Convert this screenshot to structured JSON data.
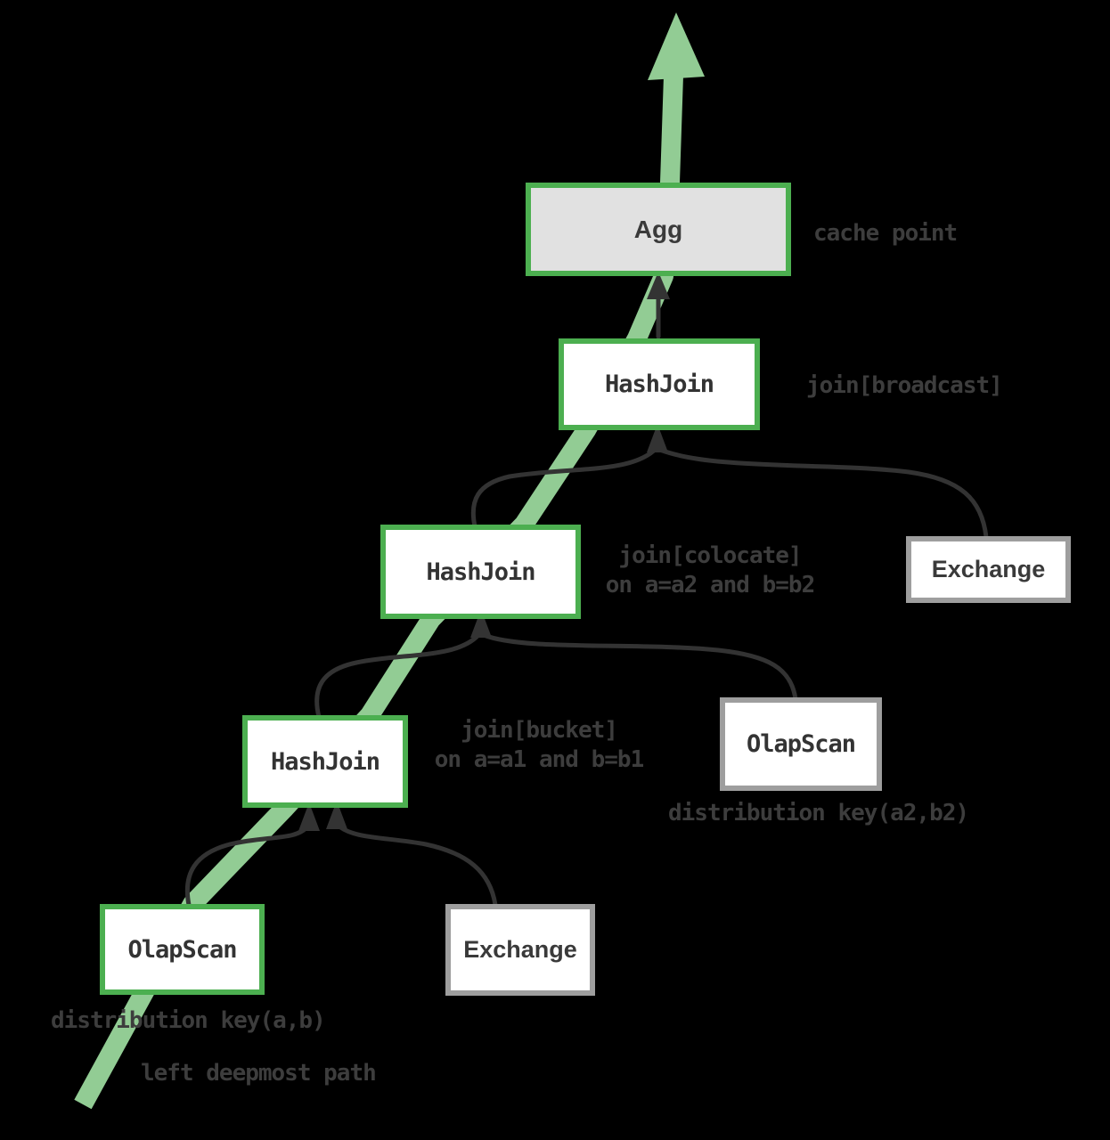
{
  "diagram": {
    "type": "query-plan-tree",
    "nodes": [
      {
        "id": "agg",
        "label": "Agg",
        "style": "cache-point",
        "border": "green"
      },
      {
        "id": "hashjoin-top",
        "label": "HashJoin",
        "border": "green"
      },
      {
        "id": "hashjoin-mid",
        "label": "HashJoin",
        "border": "green"
      },
      {
        "id": "exchange-top",
        "label": "Exchange",
        "border": "gray"
      },
      {
        "id": "hashjoin-low",
        "label": "HashJoin",
        "border": "green"
      },
      {
        "id": "olapscan-right",
        "label": "OlapScan",
        "border": "gray"
      },
      {
        "id": "olapscan-left",
        "label": "OlapScan",
        "border": "green"
      },
      {
        "id": "exchange-bottom",
        "label": "Exchange",
        "border": "gray"
      }
    ],
    "annotations": {
      "cache_point": "cache point",
      "join_broadcast": "join[broadcast]",
      "join_colocate_l1": "join[colocate]",
      "join_colocate_l2": "on a=a2 and b=b2",
      "join_bucket_l1": "join[bucket]",
      "join_bucket_l2": "on a=a1 and b=b1",
      "dist_key_a2b2": "distribution key(a2,b2)",
      "dist_key_ab": "distribution key(a,b)",
      "left_deepmost_path": "left deepmost path"
    },
    "colors": {
      "background": "#000000",
      "green_border": "#4caf50",
      "green_path": "#92cc94",
      "gray_border": "#9e9e9e",
      "cache_fill": "#e1e1e1",
      "node_fill": "#ffffff",
      "edge_line": "#333333",
      "node_text": "#333333",
      "annotation_text": "#3d3d3d"
    }
  }
}
